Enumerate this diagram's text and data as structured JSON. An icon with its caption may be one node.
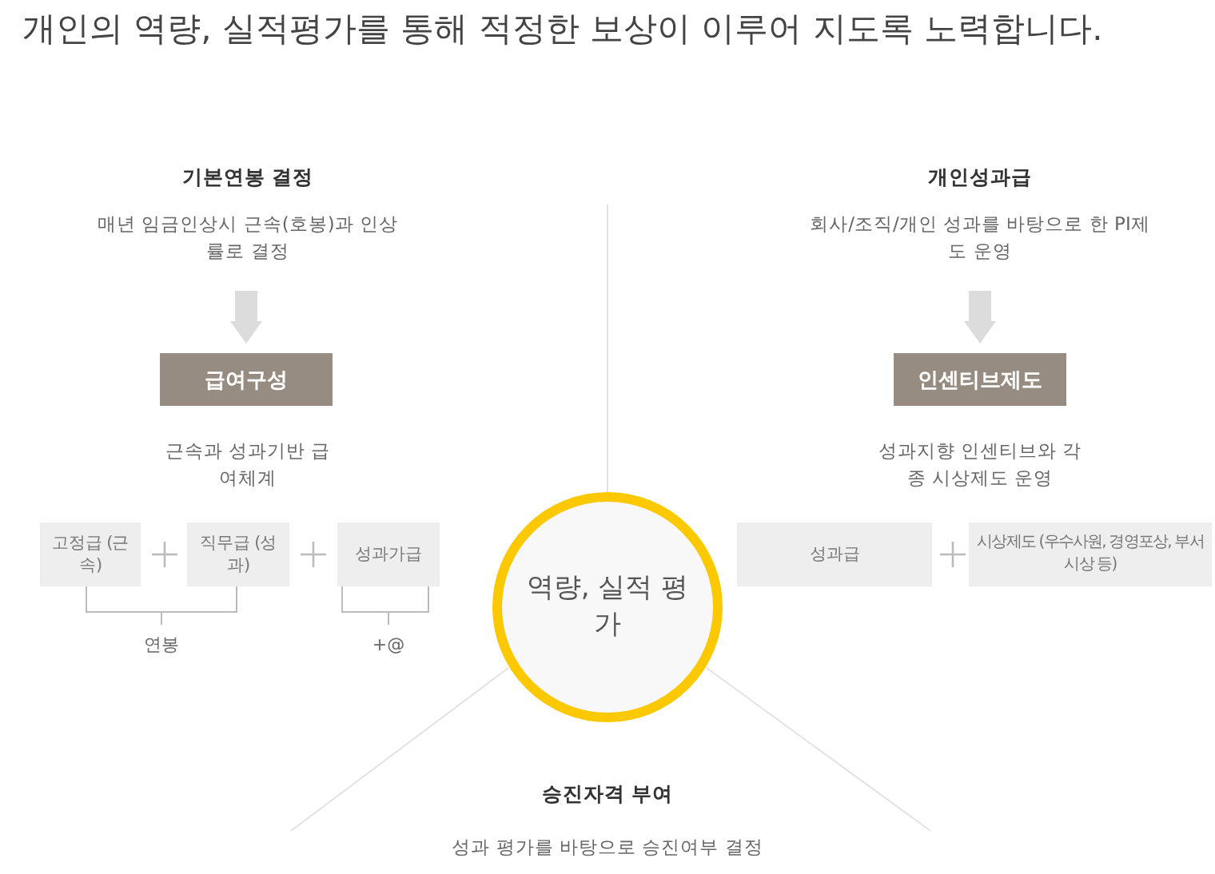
{
  "diagram": {
    "title": "개인의 역량, 실적평가를 통해 적정한 보상이 이루어 지도록 노력합니다.",
    "nodes": [
      {
        "text": [
          "매년 임금인상시 근속(호봉)과 인상률로 결정"
        ]
      },
      {
        "text": [
          "급여구성"
        ]
      },
      {
        "text": [
          "고정급 (근속)"
        ]
      },
      {
        "text": [
          "직무급 (성과)"
        ]
      },
      {
        "text": [
          "성과가급"
        ]
      },
      {
        "text": [
          "회사/조직/개인 성과를 바탕으로 한 PI제도 운영"
        ]
      },
      {
        "text": [
          "인센티브제도"
        ]
      },
      {
        "text": [
          "성과급"
        ]
      },
      {
        "text": [
          "시상제도 (우수사원, 경영포상, 부서시상 등)"
        ]
      },
      {
        "text": [
          "역량, 실적 평가"
        ]
      }
    ],
    "edges": [
      {
        "from": 0,
        "to": 1,
        "arrow": "to"
      },
      {
        "from": 5,
        "to": 6,
        "arrow": "to"
      }
    ],
    "labels": [
      "기본연봉 결정",
      "개인성과급",
      "근속과 성과기반 급여체계",
      "성과지향 인센티브와 각종 시상제도 운영",
      "연봉",
      "+@",
      "승진자격 부여",
      "성과 평가를 바탕으로 승진여부 결정"
    ]
  }
}
